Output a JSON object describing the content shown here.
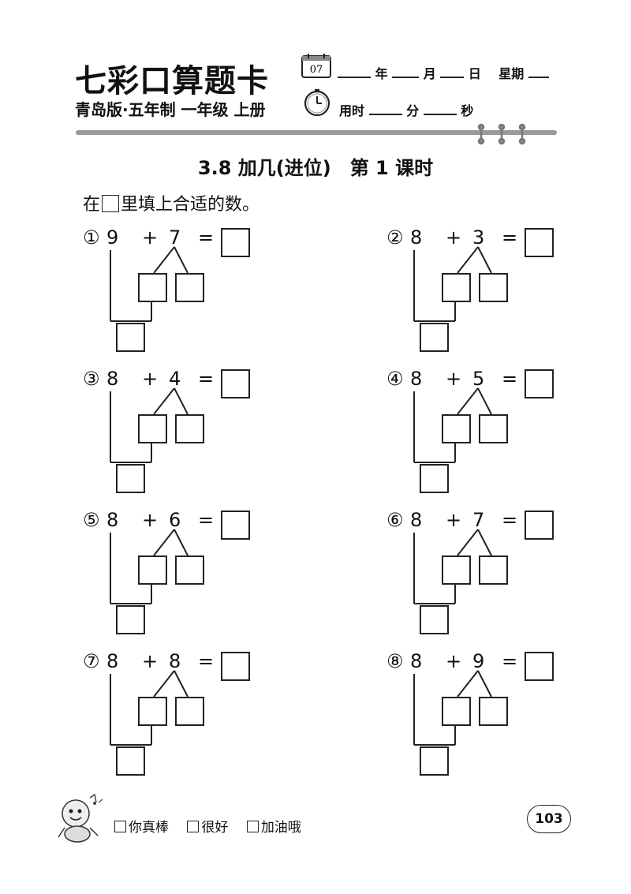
{
  "header": {
    "brand": "七彩口算题卡",
    "subtitle": "青岛版·五年制 一年级 上册",
    "calendar_day": "07",
    "date_labels": [
      "年",
      "月",
      "日",
      "星期"
    ],
    "time_prefix": "用时",
    "time_labels": [
      "分",
      "秒"
    ]
  },
  "lesson": {
    "title": "3.8 加几(进位)　第 1 课时"
  },
  "instruction": {
    "before": "在",
    "after": "里填上合适的数。"
  },
  "problems": [
    {
      "num": "①",
      "a": "9",
      "op": "+",
      "b": "7",
      "eq": "="
    },
    {
      "num": "②",
      "a": "8",
      "op": "+",
      "b": "3",
      "eq": "="
    },
    {
      "num": "③",
      "a": "8",
      "op": "+",
      "b": "4",
      "eq": "="
    },
    {
      "num": "④",
      "a": "8",
      "op": "+",
      "b": "5",
      "eq": "="
    },
    {
      "num": "⑤",
      "a": "8",
      "op": "+",
      "b": "6",
      "eq": "="
    },
    {
      "num": "⑥",
      "a": "8",
      "op": "+",
      "b": "7",
      "eq": "="
    },
    {
      "num": "⑦",
      "a": "8",
      "op": "+",
      "b": "8",
      "eq": "="
    },
    {
      "num": "⑧",
      "a": "8",
      "op": "+",
      "b": "9",
      "eq": "="
    }
  ],
  "footer": {
    "ratings": [
      "你真棒",
      "很好",
      "加油哦"
    ],
    "page_number": "103"
  },
  "icons": [
    "calendar-icon",
    "clock-icon",
    "mascot-icon"
  ]
}
